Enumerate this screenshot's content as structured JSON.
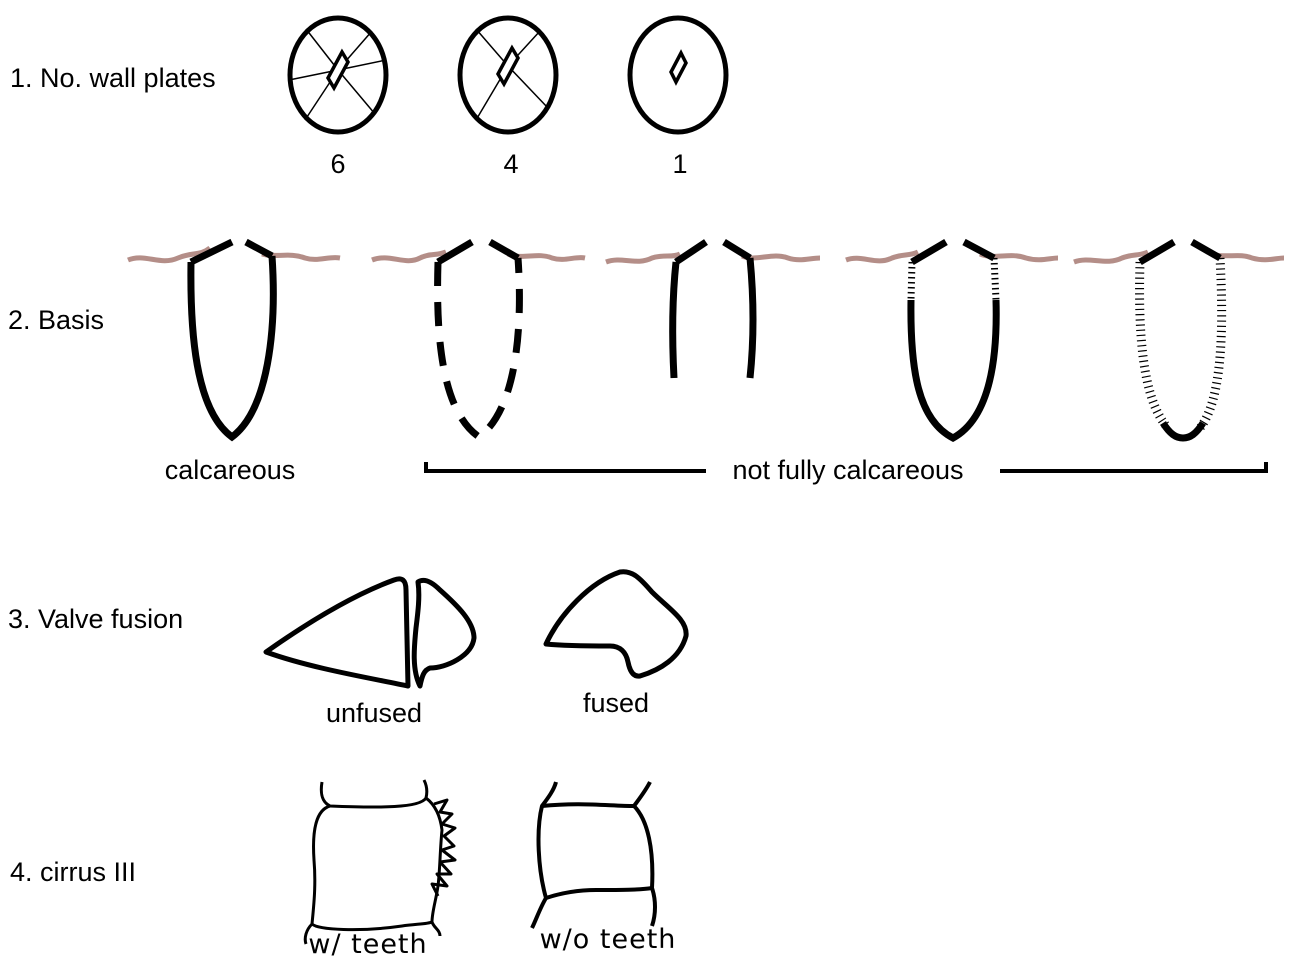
{
  "rows": {
    "wall_plates": {
      "title": "1. No. wall plates",
      "counts": [
        "6",
        "4",
        "1"
      ]
    },
    "basis": {
      "title": "2. Basis",
      "calcareous": "calcareous",
      "not_fully": "not fully calcareous"
    },
    "valve_fusion": {
      "title": "3. Valve fusion",
      "unfused": "unfused",
      "fused": "fused"
    },
    "cirrus": {
      "title": "4. cirrus III",
      "with_teeth": "w/ teeth",
      "without_teeth": "w/o teeth"
    }
  },
  "colors": {
    "ink": "#000000",
    "substrate": "#b48e88"
  }
}
